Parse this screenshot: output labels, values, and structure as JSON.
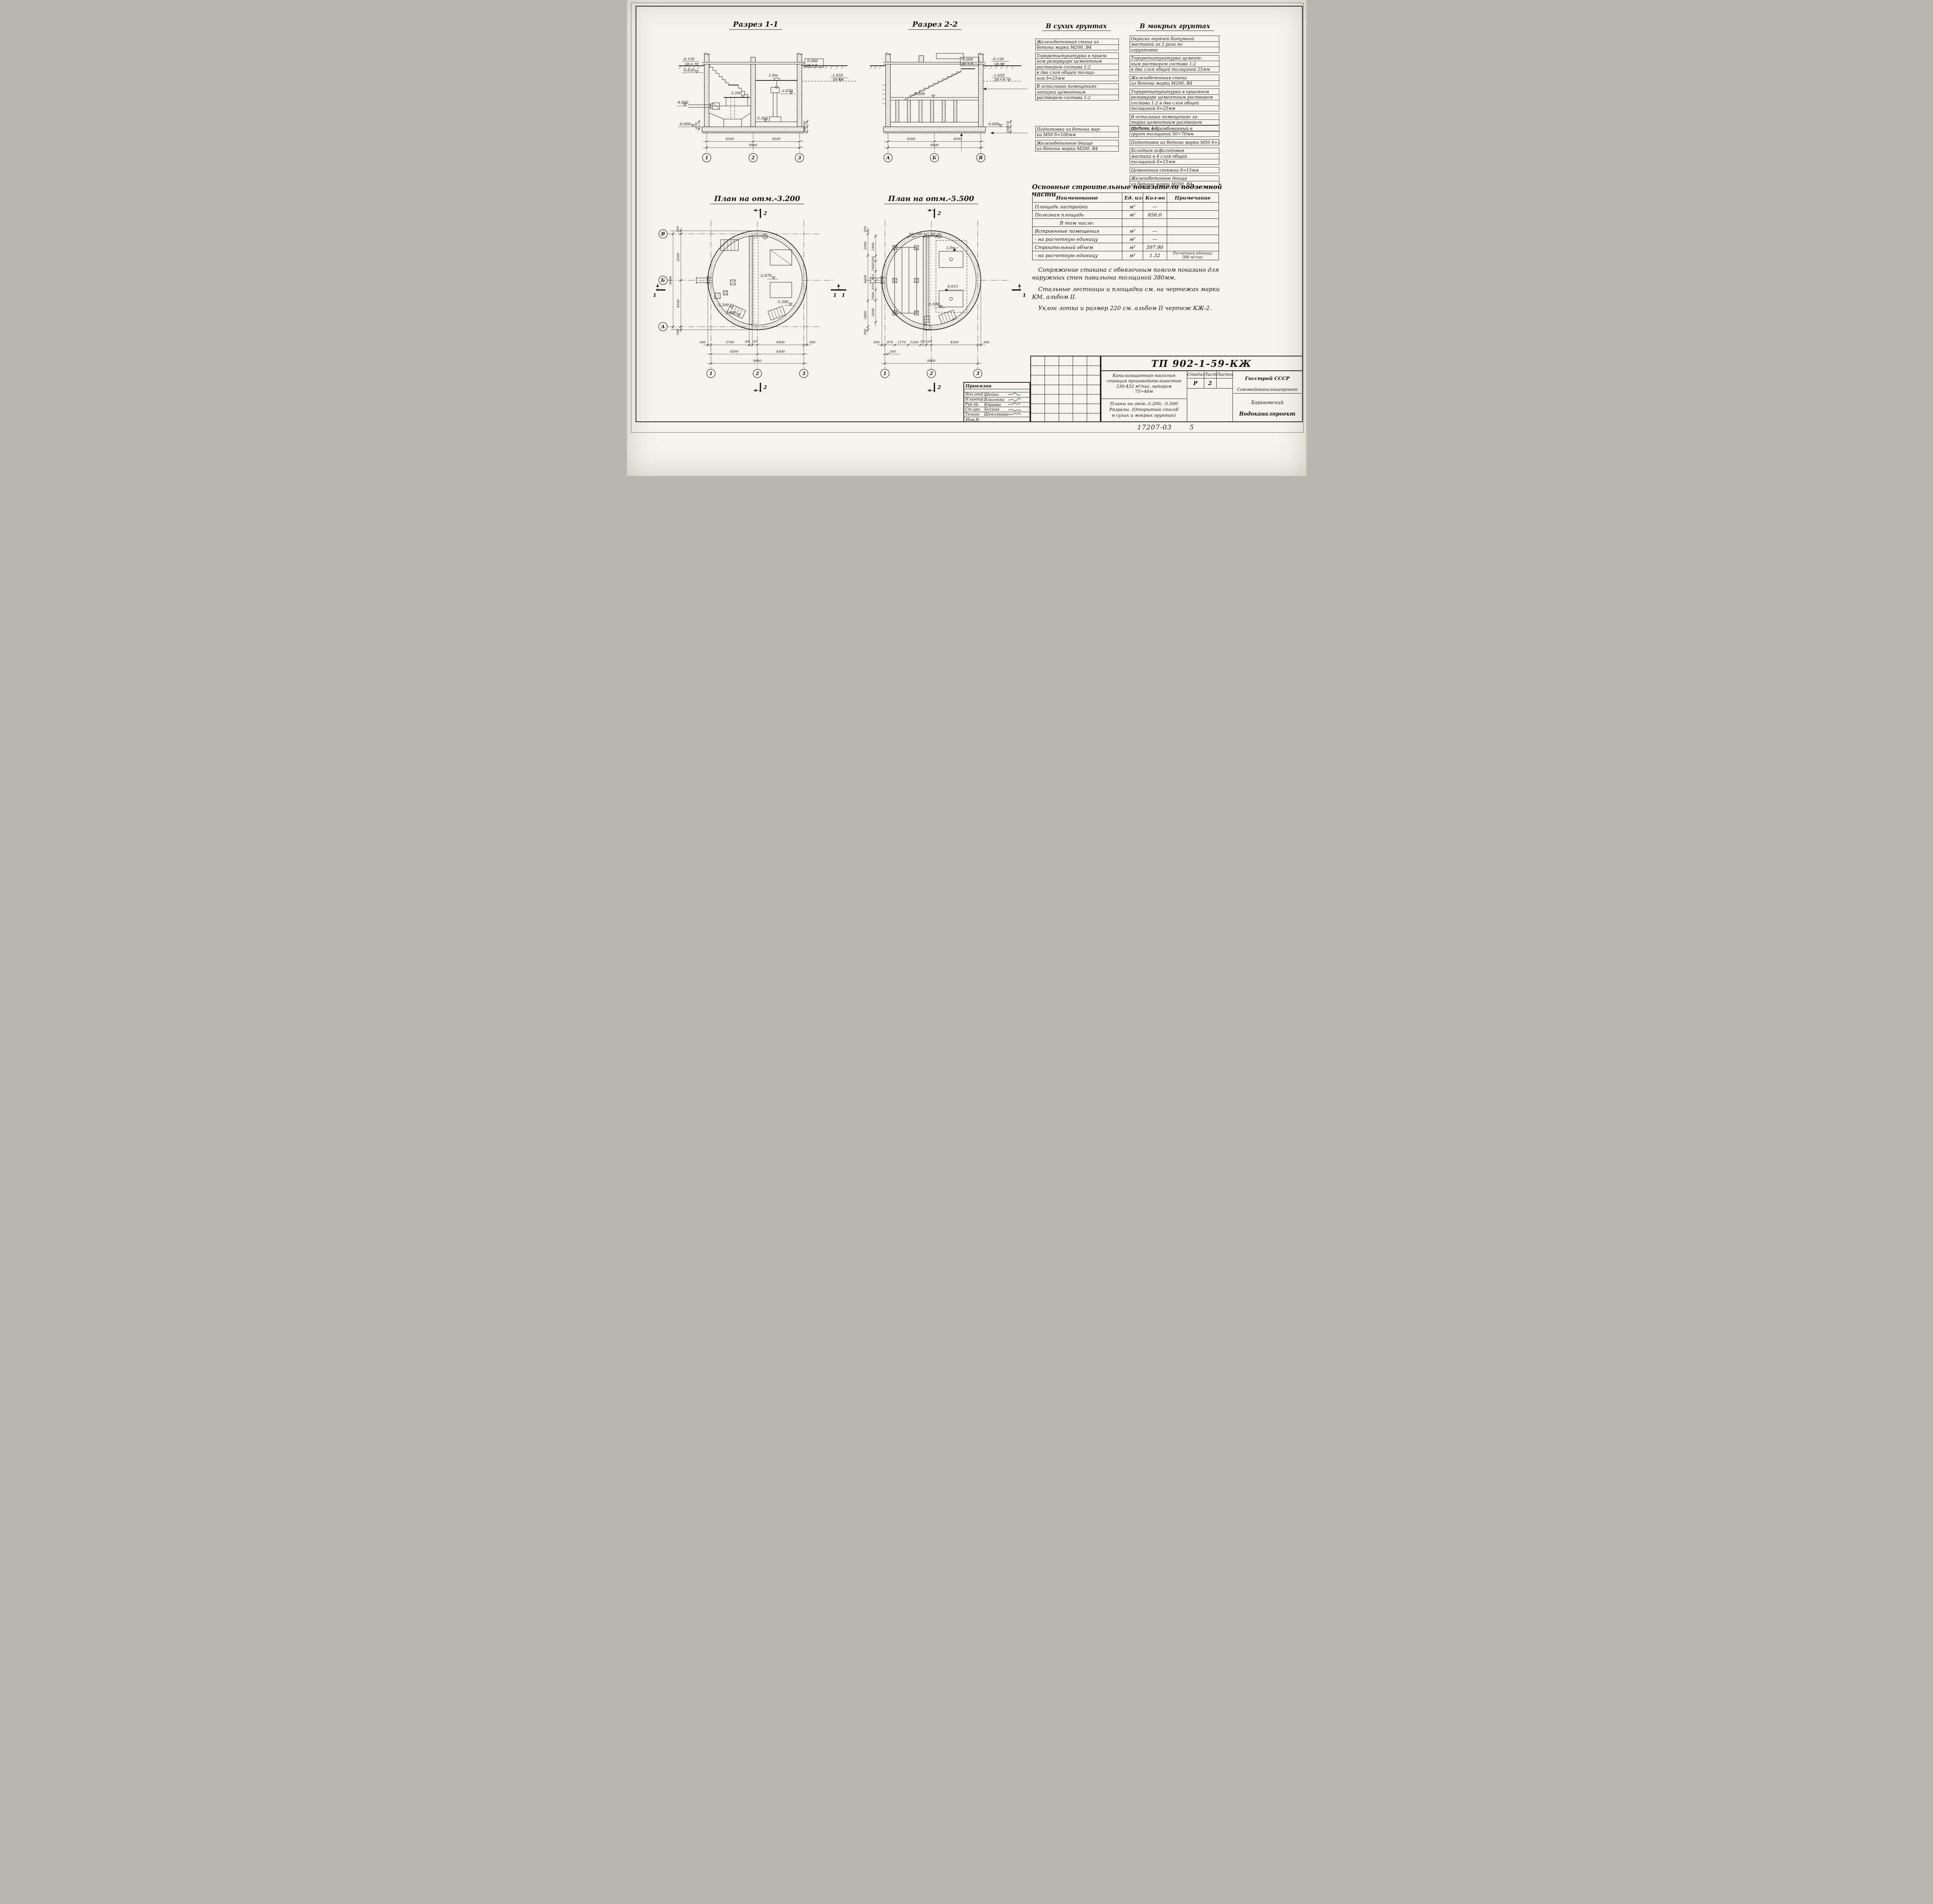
{
  "sheet": {
    "footer_number": "17207-03",
    "footer_page": "5"
  },
  "section11": {
    "title": "Разрез 1-1",
    "crane": "1.0т",
    "elevations": {
      "zero": "0.000",
      "ur_chp": "ур.ч.п.",
      "m0150": "-0.150",
      "ur_z": "ур.з.",
      "m0830": "-0.830",
      "m1650": "-1.650",
      "ur_gv": "ур.г.в.",
      "m2870": "-2.870",
      "m3200": "-3.200",
      "m4000": "-4.000",
      "m5500": "-5.500",
      "m6000": "-6.000"
    },
    "dims": {
      "v670": "670",
      "v500": "500",
      "v300": "300",
      "span1": "4500",
      "span2": "4500",
      "total": "9000"
    },
    "axes": [
      "1",
      "2",
      "3"
    ]
  },
  "section22": {
    "title": "Разрез 2-2",
    "elevations": {
      "zero": "0.000",
      "ur_chp": "ур.ч.п.",
      "m0150": "-0.150",
      "ur_z": "ур.з.",
      "m1650": "-1.650",
      "ur_gv": "ур.г.в.",
      "m3200": "-3.200",
      "m6000": "-6.000"
    },
    "dims": {
      "v670": "670",
      "v300": "300",
      "span1": "4500",
      "span2": "4500",
      "total": "9000"
    },
    "axes": [
      "А",
      "Б",
      "В"
    ]
  },
  "dry": {
    "title": "В сухих грунтах",
    "groups": [
      [
        "Железобетонная стена из",
        "бетона марки М200, В4"
      ],
      [
        "Торкретштукатурка в прием-",
        "ном резервуаре цементным",
        "раствором состава 1:2",
        "в два слоя общей толщи-",
        "ной δ=25мм"
      ],
      [
        "В остальных помещениях",
        "затирка цементным",
        "раствором состава 1:2"
      ]
    ],
    "groups2": [
      [
        "Подготовка из бетона мар-",
        "ки М50 δ=100мм"
      ],
      [
        "Железобетонное днище",
        "из бетона марки М200, В4"
      ]
    ]
  },
  "wet": {
    "title": "В мокрых грунтах",
    "groups": [
      [
        "Окраска горячей битумной",
        "мастикой за 2 раза по",
        "огрунтовке"
      ],
      [
        "Торкретштукатурка цемент-",
        "ным раствором состава 1:2",
        "в два слоя общей толщиной 25мм"
      ],
      [
        "Железобетонная стена",
        "из бетона марки М200, В4"
      ],
      [
        "Торкретштукатурка в приемном",
        "резервуаре цементным раствором",
        "состава 1:2 в два слоя общей",
        "толщиной δ=25мм"
      ],
      [
        "В остальных помещениях за-",
        "тирка цементным раствором",
        "состава 1:2"
      ]
    ],
    "groups2": [
      [
        "Щебень, втрамбованный в",
        "грунт толщиной 50÷70мм"
      ],
      [
        "Подготовка из бетона марки М50 δ=100мм"
      ],
      [
        "Холодная асфальтовая",
        "мастика в 4 слоя общей",
        "толщиной δ=15мм"
      ],
      [
        "Цементная стяжка δ=15мм"
      ],
      [
        "Железобетонное днище",
        "из бетона марки М200, В4"
      ]
    ]
  },
  "indicators": {
    "title": "Основные строительные показатели подземной части",
    "headers": [
      "Наименование",
      "Ед. изм.",
      "Кол-во",
      "Примечание"
    ],
    "rows": [
      {
        "name": "Площадь застройки",
        "unit": "м²",
        "qty": "—"
      },
      {
        "name": "Полезная площадь",
        "unit": "м²",
        "qty": "856.0"
      },
      {
        "name": "В том числе:",
        "unit": "",
        "qty": ""
      },
      {
        "name": "Встроенные помещения",
        "unit": "м²",
        "qty": "—"
      },
      {
        "name": "- на расчетную единицу",
        "unit": "м²",
        "qty": "—"
      },
      {
        "name": "Строительный объем",
        "unit": "м³",
        "qty": "397.90"
      },
      {
        "name": "- на расчетную единицу",
        "unit": "м³",
        "qty": "1.32",
        "note1": "Расчетная единица",
        "note2": "300 м³/час"
      }
    ]
  },
  "remarks": [
    "Сопряжение стакана с обвязочным поясом показано для наружных стен павильона толщиной 380мм.",
    "Стальные лестницы и площадки см. на чертежах марки КМ, альбом II.",
    "Уклон лотка и размер 220 см. альбом II чертеж КЖ-2."
  ],
  "plan32": {
    "title": "План на отм.-3.200",
    "marks": {
      "m2870": "-2.870",
      "m5300": "-5.300",
      "m3200": "-3.200",
      "m3000": "3.000"
    },
    "left": {
      "off_top": "300",
      "span1": "4500",
      "span2": "4500",
      "off_bot": "300",
      "total": "9000"
    },
    "bottom": {
      "off_l": "300",
      "d3700": "3700",
      "d300": "300",
      "d500": "500",
      "d4500": "4500",
      "off_r": "300",
      "span1": "4500",
      "span2": "4500",
      "total": "9000"
    },
    "axes_left": [
      "В",
      "Б",
      "А"
    ],
    "axes_bottom": [
      "1",
      "2",
      "3"
    ],
    "cut_v": "2",
    "cut_h": "1"
  },
  "plan55": {
    "title": "План на отм.-5.500",
    "marks": {
      "m5500": "-5.500",
      "crane": "1.0т",
      "slope": "0.015"
    },
    "top_dims": [
      "500",
      "1000",
      "425",
      "750"
    ],
    "left_outer": [
      "300",
      "2090",
      "4400",
      "2800",
      "300"
    ],
    "left_inner": [
      "1900",
      "500",
      "1000",
      "910",
      "910",
      "1000",
      "2090"
    ],
    "bottom": {
      "off_l": "300",
      "d970": "970",
      "d260": "260",
      "d1270": "1270",
      "d1200": "1200",
      "d300": "300",
      "d500": "500",
      "d4500": "4500",
      "off_r": "300",
      "total": "9000"
    },
    "axes_bottom": [
      "1",
      "2",
      "3"
    ],
    "cut_v": "2",
    "cut_h": "1"
  },
  "titleblock": {
    "doc_number": "ТП 902-1-59-КЖ",
    "privyazan": "Привязан",
    "inv": "Инв.№",
    "signers": [
      {
        "role": "Нач.отд.",
        "name": "Шейко"
      },
      {
        "role": "Н.контр.",
        "name": "Власенко"
      },
      {
        "role": "Рук.гр.",
        "name": "Юрьева"
      },
      {
        "role": "Ст.арх.",
        "name": "Хесина"
      },
      {
        "role": "Техник",
        "name": "Шевлякова"
      }
    ],
    "project": [
      "Канализационная насосная",
      "станция производительностью",
      "230-432 м³/час, напором",
      "75÷46м"
    ],
    "sheet_name": [
      "Планы на отм.-3.200; -5.500",
      "Разрезы. (Открытый способ",
      "в сухих и мокрых грунтах)"
    ],
    "stage_label": "Стадия",
    "stage": "Р",
    "sheet_label": "Лист",
    "sheet": "2",
    "sheets_label": "Листов",
    "org": [
      "Госстрой",
      "СССР",
      "Союзводоканалниипроект",
      "Харьковский",
      "Водоканалпроект"
    ]
  }
}
